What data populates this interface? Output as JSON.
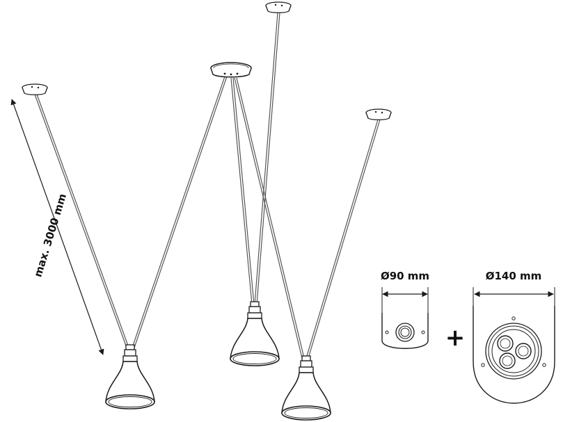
{
  "diagram": {
    "length_label": "max. 3000 mm",
    "small_canopy_label": "Ø90 mm",
    "large_canopy_label": "Ø140 mm",
    "plus_sign": "+"
  },
  "colors": {
    "line": "#1a1a1a",
    "cable": "#555555",
    "background": "#ffffff"
  }
}
